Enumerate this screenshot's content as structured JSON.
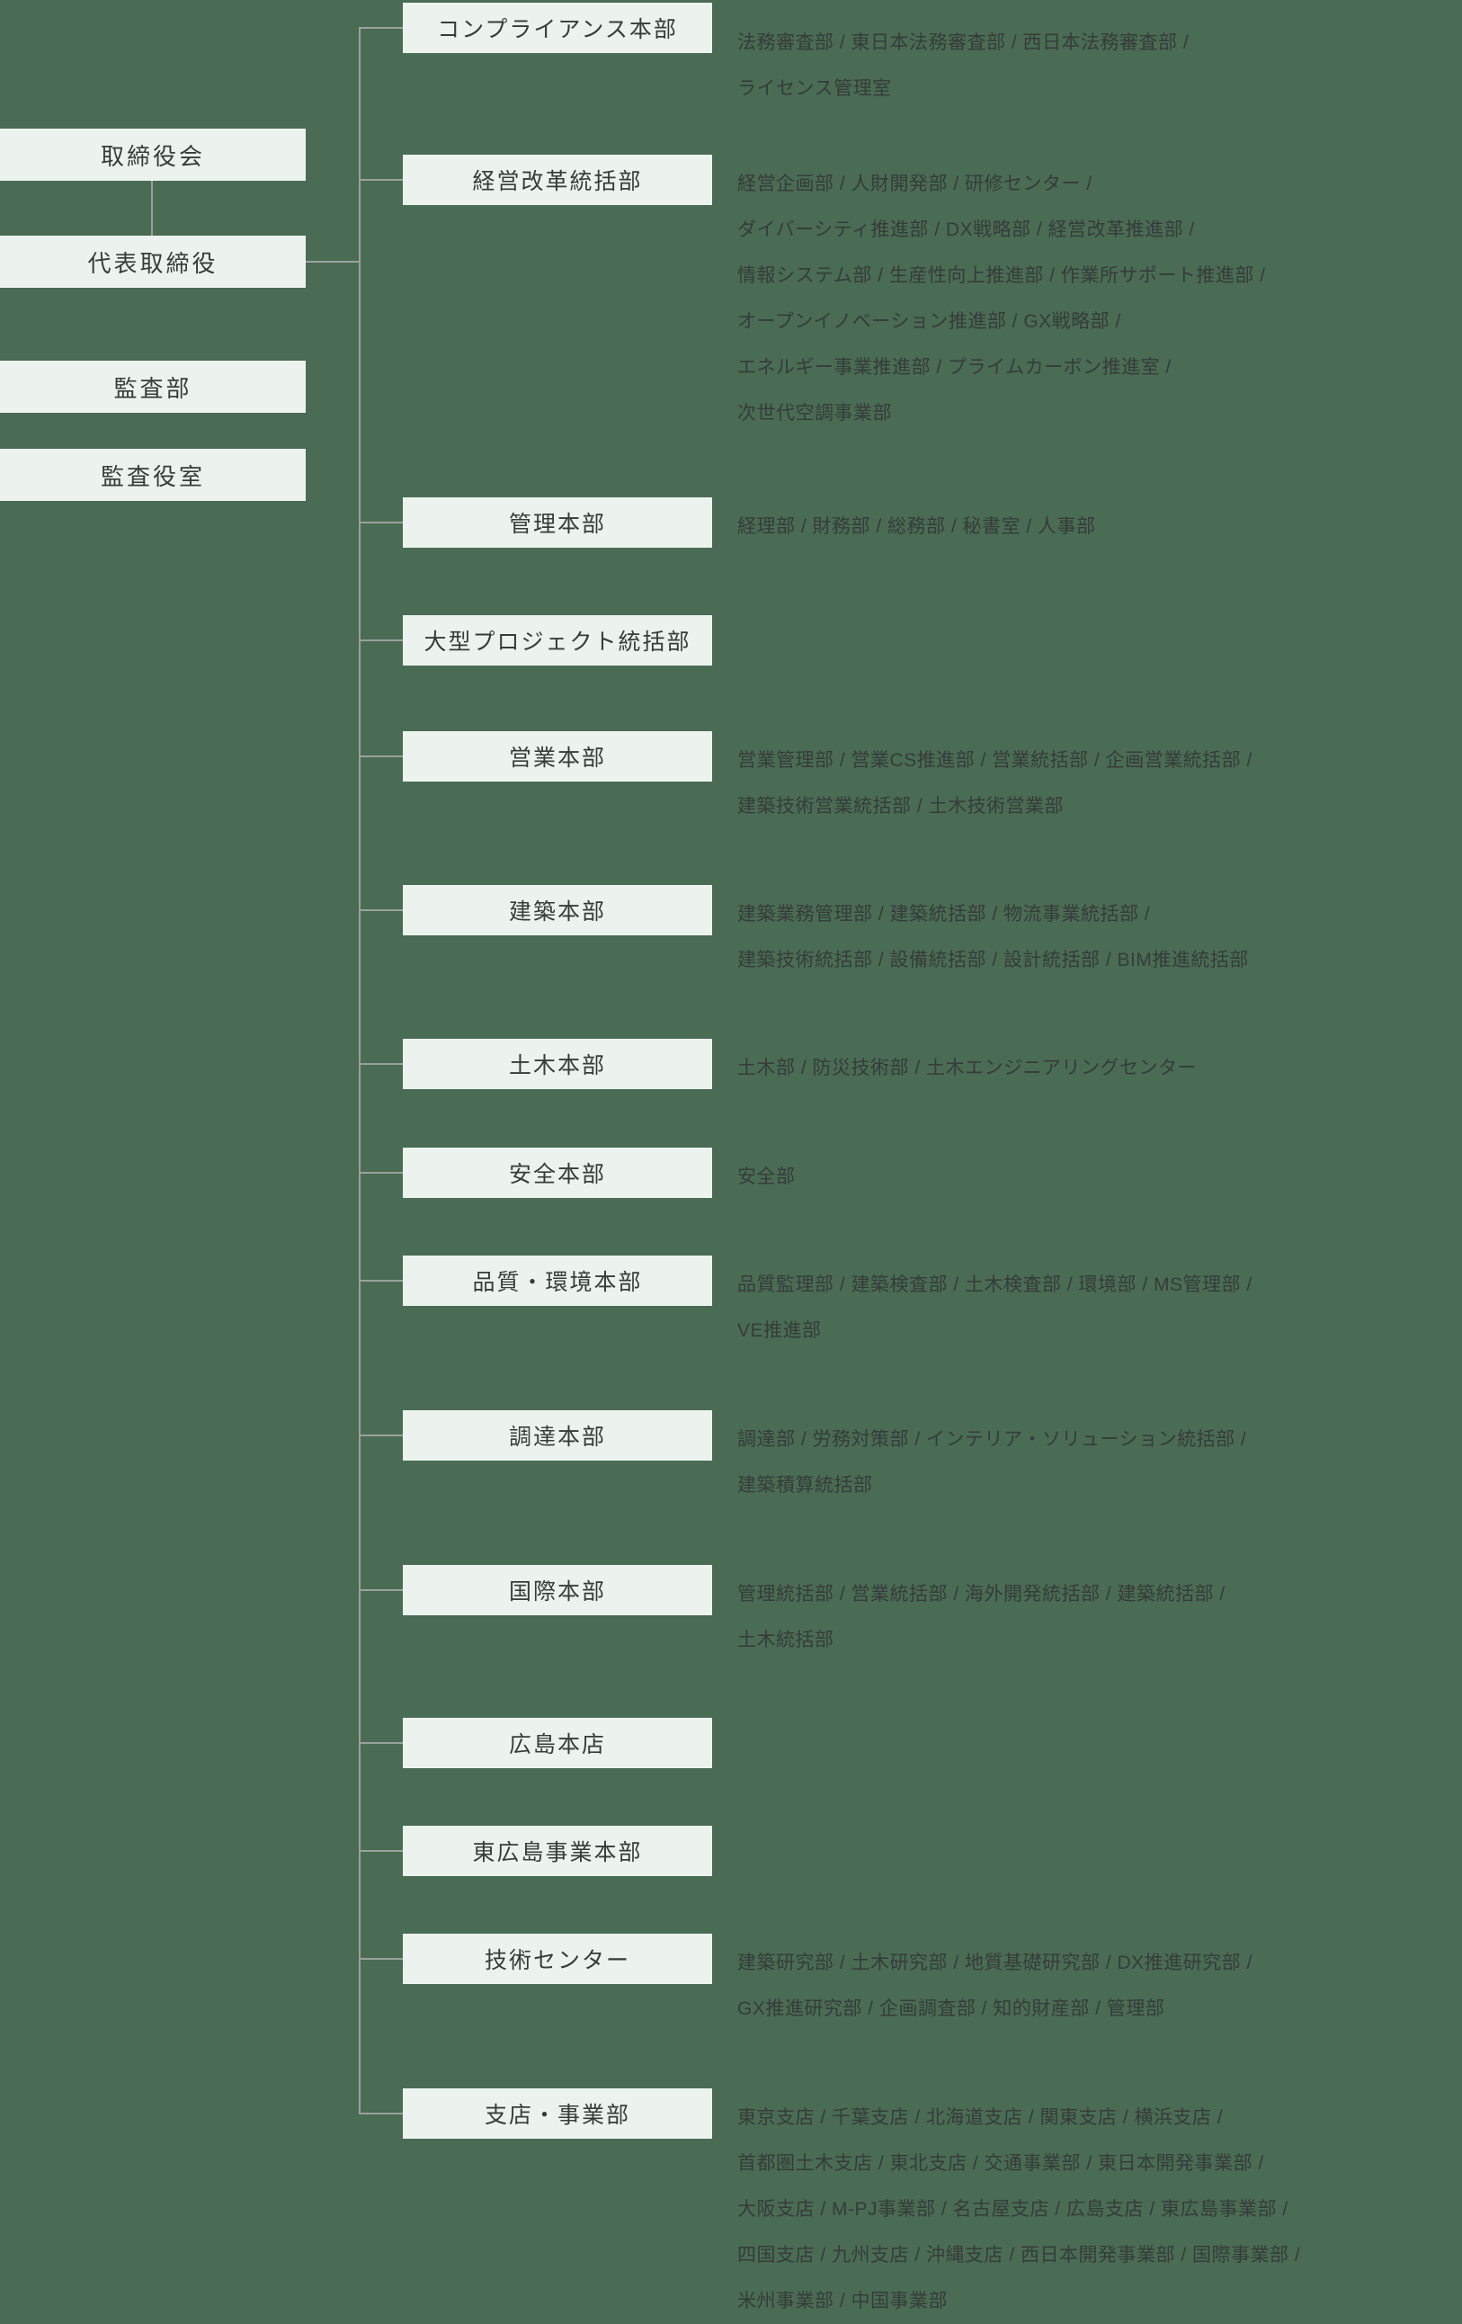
{
  "palette": {
    "background": "#4A6B54",
    "box_background": "#ECF3EE",
    "box_text": "#363C39",
    "list_text": "#363C39",
    "connector_line": "#9BA19C"
  },
  "left_column": {
    "boxes": [
      {
        "label": "取締役会"
      },
      {
        "label": "代表取締役"
      },
      {
        "label": "監査部"
      },
      {
        "label": "監査役室"
      }
    ]
  },
  "rows": [
    {
      "label": "コンプライアンス本部",
      "lines": [
        "法務審査部 / 東日本法務審査部 / 西日本法務審査部 /",
        "ライセンス管理室"
      ]
    },
    {
      "label": "経営改革統括部",
      "lines": [
        "経営企画部 / 人財開発部 / 研修センター /",
        "ダイバーシティ推進部 / DX戦略部 / 経営改革推進部 /",
        "情報システム部 / 生産性向上推進部 / 作業所サポート推進部 /",
        "オープンイノベーション推進部 / GX戦略部 /",
        "エネルギー事業推進部 / プライムカーボン推進室 /",
        "次世代空調事業部"
      ]
    },
    {
      "label": "管理本部",
      "lines": [
        "経理部 / 財務部 / 総務部 / 秘書室 / 人事部"
      ]
    },
    {
      "label": "大型プロジェクト統括部",
      "lines": []
    },
    {
      "label": "営業本部",
      "lines": [
        "営業管理部 / 営業CS推進部 / 営業統括部 / 企画営業統括部 /",
        "建築技術営業統括部 / 土木技術営業部"
      ]
    },
    {
      "label": "建築本部",
      "lines": [
        "建築業務管理部 / 建築統括部 / 物流事業統括部 /",
        "建築技術統括部 / 設備統括部 / 設計統括部 / BIM推進統括部"
      ]
    },
    {
      "label": "土木本部",
      "lines": [
        "土木部 / 防災技術部 / 土木エンジニアリングセンター"
      ]
    },
    {
      "label": "安全本部",
      "lines": [
        "安全部"
      ]
    },
    {
      "label": "品質・環境本部",
      "lines": [
        "品質監理部 / 建築検査部 / 土木検査部 / 環境部 / MS管理部 /",
        "VE推進部"
      ]
    },
    {
      "label": "調達本部",
      "lines": [
        "調達部 / 労務対策部 / インテリア・ソリューション統括部 /",
        "建築積算統括部"
      ]
    },
    {
      "label": "国際本部",
      "lines": [
        "管理統括部 / 営業統括部 / 海外開発統括部 / 建築統括部 /",
        "土木統括部"
      ]
    },
    {
      "label": "広島本店",
      "lines": []
    },
    {
      "label": "東広島事業本部",
      "lines": []
    },
    {
      "label": "技術センター",
      "lines": [
        "建築研究部 / 土木研究部 / 地質基礎研究部 / DX推進研究部 /",
        "GX推進研究部 / 企画調査部 / 知的財産部 / 管理部"
      ]
    },
    {
      "label": "支店・事業部",
      "lines": [
        "東京支店 / 千葉支店 / 北海道支店 / 関東支店 / 横浜支店 /",
        "首都圏土木支店 / 東北支店 / 交通事業部 / 東日本開発事業部 /",
        "大阪支店 / M-PJ事業部 / 名古屋支店 / 広島支店 / 東広島事業部 /",
        "四国支店 / 九州支店 / 沖縄支店 / 西日本開発事業部 / 国際事業部 /",
        "米州事業部 / 中国事業部"
      ]
    }
  ]
}
